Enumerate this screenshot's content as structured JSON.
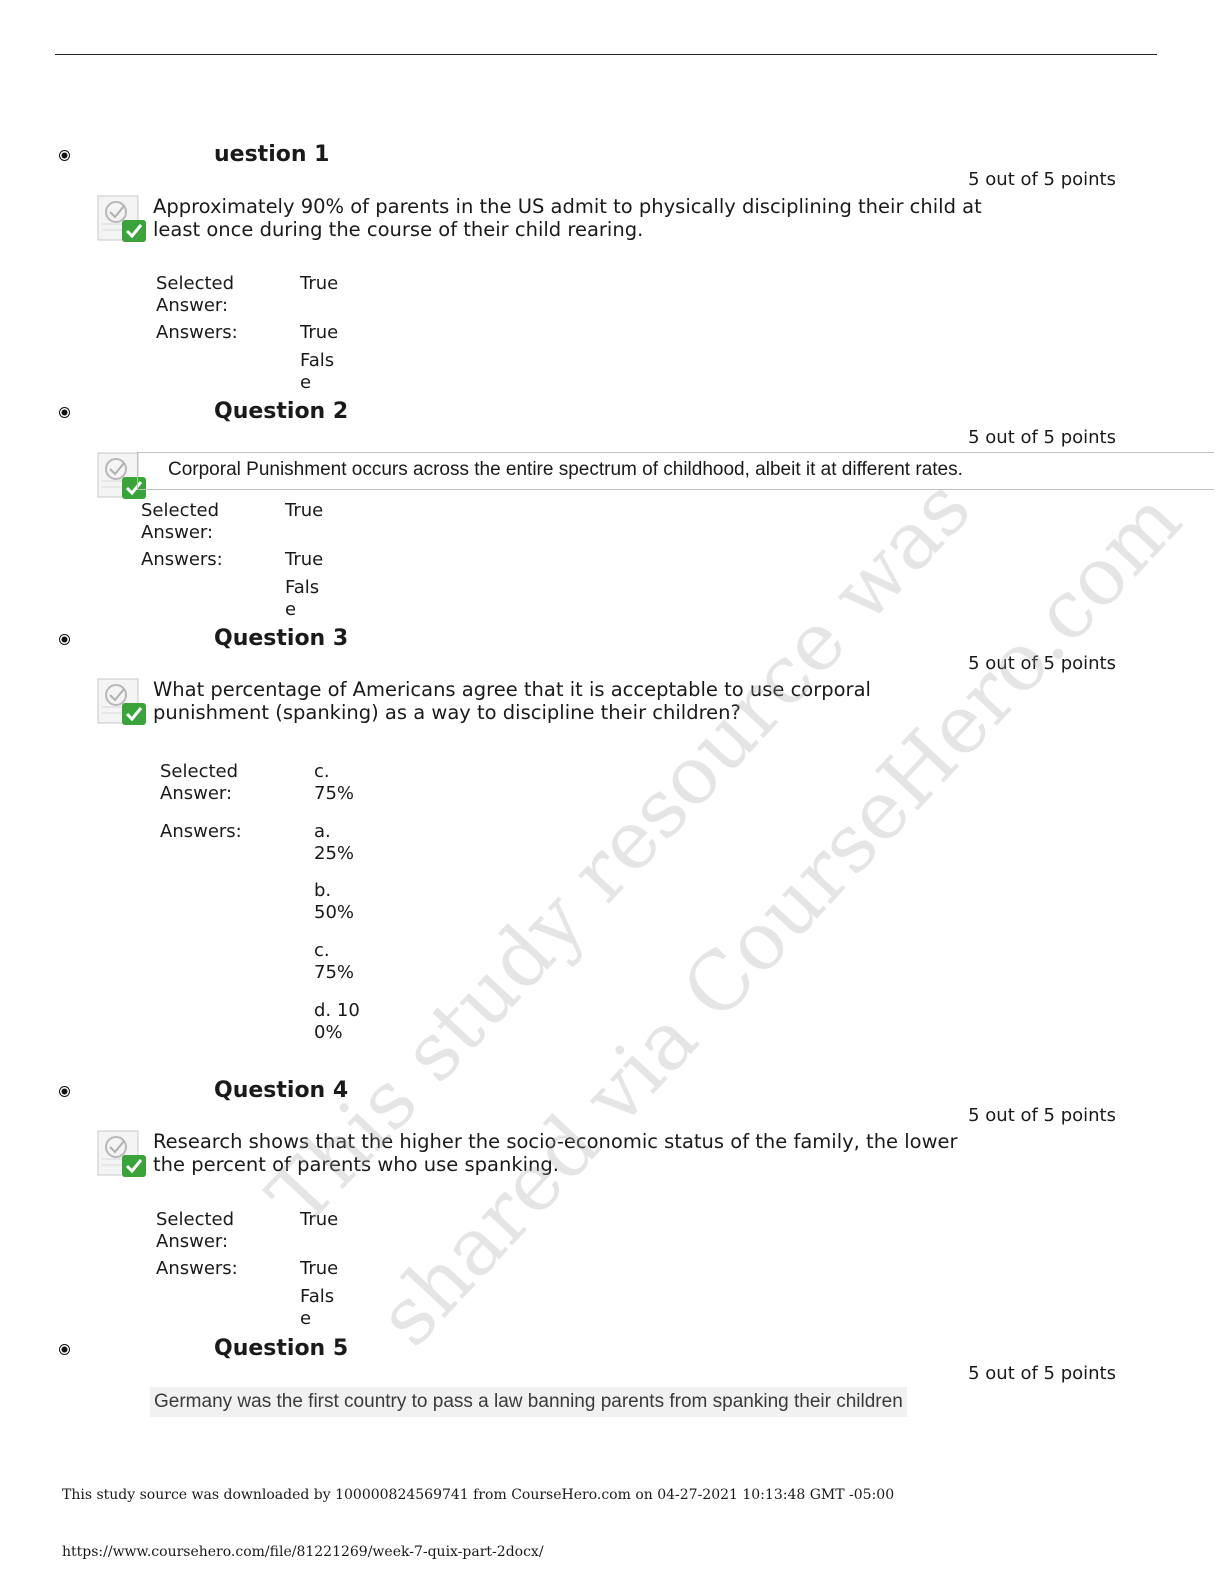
{
  "questions": [
    {
      "title": "uestion 1",
      "points": "5 out of 5 points",
      "text": "Approximately 90% of parents in the US admit to physically disciplining their child at least once during the course of their child rearing.",
      "selected_label": "Selected Answer:",
      "selected_value": "True",
      "answers_label": "Answers:",
      "answers": [
        "True",
        "False"
      ]
    },
    {
      "title": "Question 2",
      "points": "5 out of 5 points",
      "text": "Corporal Punishment occurs across the entire spectrum of childhood, albeit it at different rates.",
      "selected_label": "Selected Answer:",
      "selected_value": "True",
      "answers_label": "Answers:",
      "answers": [
        "True",
        "False"
      ]
    },
    {
      "title": "Question 3",
      "points": "5 out of 5 points",
      "text": "What percentage of Americans agree that it is acceptable to use corporal punishment (spanking) as a way to discipline their children?",
      "selected_label": "Selected Answer:",
      "selected_value": "c. 75%",
      "answers_label": "Answers:",
      "answers": [
        "a. 25%",
        "b. 50%",
        "c. 75%",
        "d. 100%"
      ]
    },
    {
      "title": "Question 4",
      "points": "5 out of 5 points",
      "text": "Research shows that the higher the socio-economic status of the family, the lower the percent of parents who use spanking.",
      "selected_label": "Selected Answer:",
      "selected_value": "True",
      "answers_label": "Answers:",
      "answers": [
        "True",
        "False"
      ]
    },
    {
      "title": "Question 5",
      "points": "5 out of 5 points",
      "text": "Germany was the first country to pass a law banning parents from spanking their children"
    }
  ],
  "watermark": {
    "line1": "This study resource was",
    "line2": "shared via CourseHero.com"
  },
  "footer": {
    "download_note": "This study source was downloaded by 100000824569741 from CourseHero.com on 04-27-2021 10:13:48 GMT -05:00",
    "url": "https://www.coursehero.com/file/81221269/week-7-quix-part-2docx/"
  }
}
